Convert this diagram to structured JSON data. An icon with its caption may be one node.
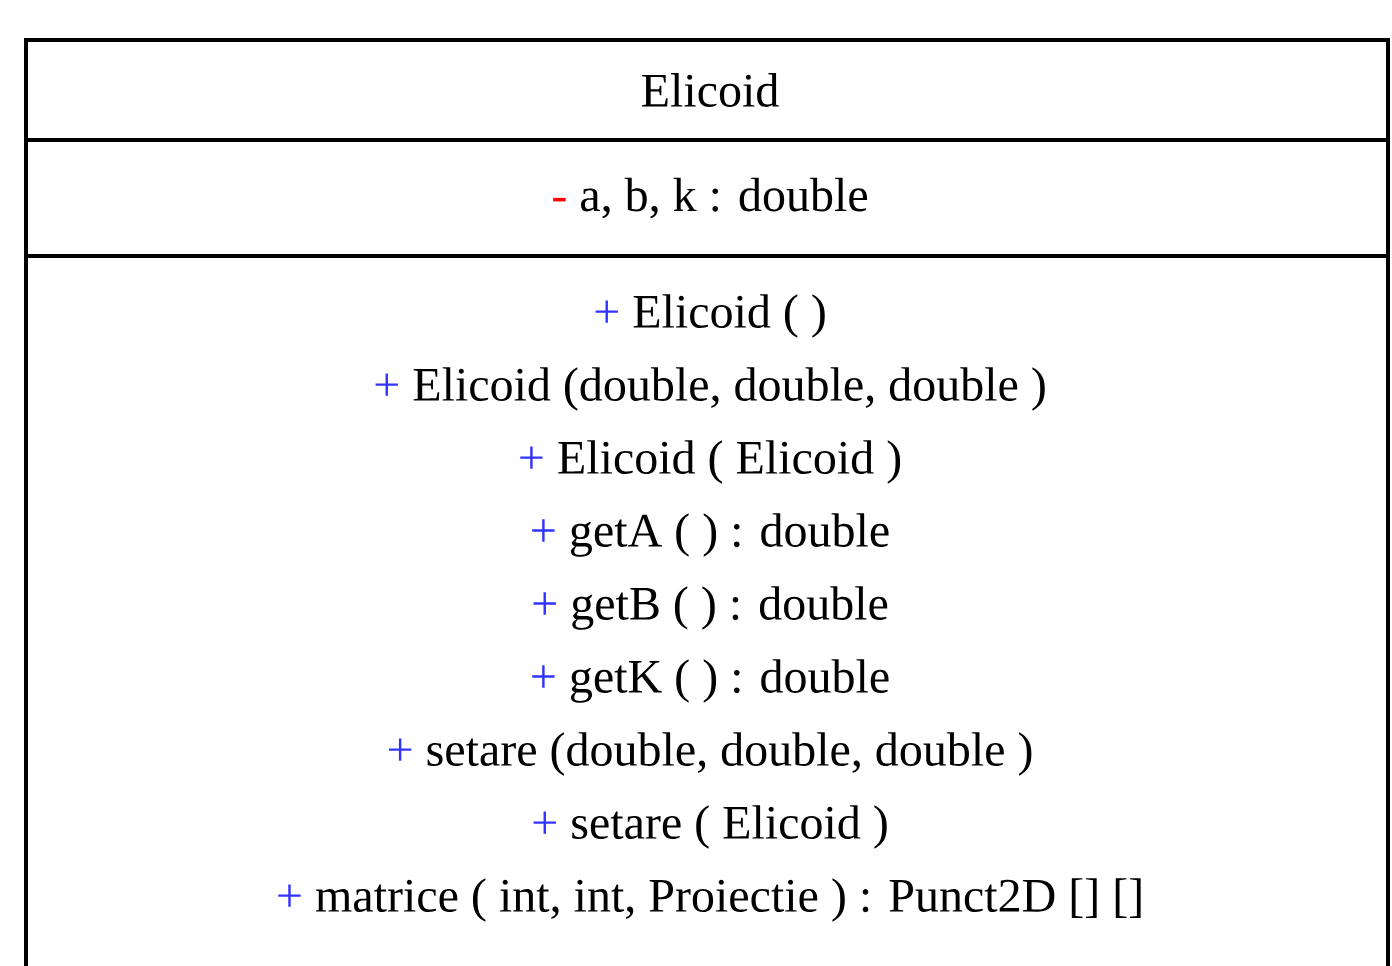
{
  "diagram": {
    "nodes": [
      {
        "text": [
          "Elicoid"
        ]
      },
      {
        "text": [
          "-",
          "a, b, k : double"
        ]
      },
      {
        "text": [
          "+",
          "Elicoid ( )",
          "+",
          "Elicoid (double, double, double )",
          "+",
          "Elicoid ( Elicoid )",
          "+",
          "getA ( ) : double",
          "+",
          "getB ( ) : double",
          "+",
          "getK ( ) : double",
          "+",
          "setare (double, double, double )",
          "+",
          "setare ( Elicoid )",
          "+",
          "matrice ( int, int, Proiectie ) : Punct2D [] []"
        ]
      }
    ]
  }
}
